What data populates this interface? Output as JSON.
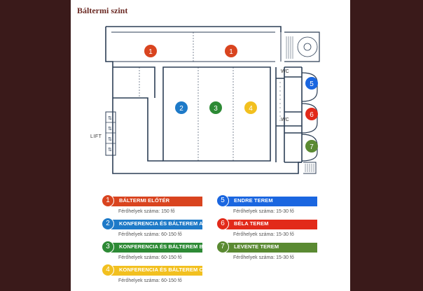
{
  "title": "Báltermi szint",
  "colors": {
    "red_orange": "#d9441f",
    "blue": "#1e7ac8",
    "green": "#2d8a35",
    "yellow": "#f2c01f",
    "bright_blue": "#1a66e0",
    "red": "#e22a1a",
    "olive": "#5a8a32"
  },
  "plan": {
    "lift_label": "LIFT",
    "wc_labels": [
      "WC",
      "WC"
    ],
    "markers": [
      {
        "n": "1",
        "color": "#d9441f"
      },
      {
        "n": "1",
        "color": "#d9441f"
      },
      {
        "n": "2",
        "color": "#1e7ac8"
      },
      {
        "n": "3",
        "color": "#2d8a35"
      },
      {
        "n": "4",
        "color": "#f2c01f"
      },
      {
        "n": "5",
        "color": "#1a66e0"
      },
      {
        "n": "6",
        "color": "#e22a1a"
      },
      {
        "n": "7",
        "color": "#5a8a32"
      }
    ]
  },
  "legend": [
    {
      "n": "1",
      "name": "BÁLTERMI ELŐTÉR",
      "capacity": "Férőhelyek száma: 150 fő",
      "color": "#d9441f"
    },
    {
      "n": "2",
      "name": "KONFERENCIA ÉS BÁLTEREM A",
      "capacity": "Férőhelyek száma: 60-150 fő",
      "color": "#1e7ac8"
    },
    {
      "n": "3",
      "name": "KONFERENCIA ÉS BÁLTEREM B",
      "capacity": "Férőhelyek száma: 60-150 fő",
      "color": "#2d8a35"
    },
    {
      "n": "4",
      "name": "KONFERENCIA ÉS BÁLTEREM C",
      "capacity": "Férőhelyek száma: 60-150 fő",
      "color": "#f2c01f"
    },
    {
      "n": "5",
      "name": "ENDRE TEREM",
      "capacity": "Férőhelyek száma: 15-30 fő",
      "color": "#1a66e0"
    },
    {
      "n": "6",
      "name": "BÉLA TEREM",
      "capacity": "Férőhelyek száma: 15-30 fő",
      "color": "#e22a1a"
    },
    {
      "n": "7",
      "name": "LEVENTE TEREM",
      "capacity": "Férőhelyek száma: 15-30 fő",
      "color": "#5a8a32"
    }
  ]
}
